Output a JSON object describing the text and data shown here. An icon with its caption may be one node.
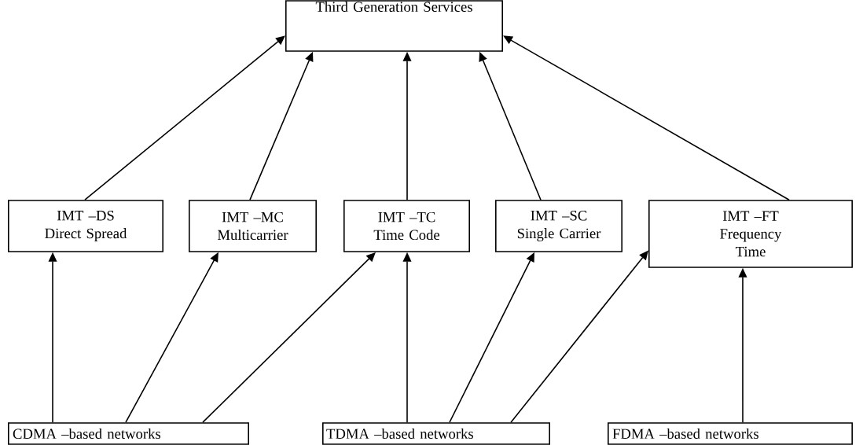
{
  "diagram": {
    "nodes": [
      {
        "text": [
          "Third Generation Services"
        ]
      },
      {
        "text": [
          "IMT –DS",
          "Direct Spread"
        ]
      },
      {
        "text": [
          "IMT –MC",
          "Multicarrier"
        ]
      },
      {
        "text": [
          "IMT –TC",
          "Time Code"
        ]
      },
      {
        "text": [
          "IMT –SC",
          "Single Carrier"
        ]
      },
      {
        "text": [
          "IMT –FT",
          "Frequency Time"
        ]
      },
      {
        "text": [
          "CDMA –based networks"
        ]
      },
      {
        "text": [
          "TDMA –based networks"
        ]
      },
      {
        "text": [
          "FDMA –based networks"
        ]
      }
    ],
    "edges": [
      {
        "from": 1,
        "to": 0,
        "arrow": "to"
      },
      {
        "from": 2,
        "to": 0,
        "arrow": "to"
      },
      {
        "from": 3,
        "to": 0,
        "arrow": "to"
      },
      {
        "from": 4,
        "to": 0,
        "arrow": "to"
      },
      {
        "from": 5,
        "to": 0,
        "arrow": "to"
      },
      {
        "from": 6,
        "to": 1,
        "arrow": "to"
      },
      {
        "from": 6,
        "to": 2,
        "arrow": "to"
      },
      {
        "from": 6,
        "to": 3,
        "arrow": "to"
      },
      {
        "from": 7,
        "to": 3,
        "arrow": "to"
      },
      {
        "from": 7,
        "to": 4,
        "arrow": "to"
      },
      {
        "from": 7,
        "to": 5,
        "arrow": "to"
      },
      {
        "from": 8,
        "to": 5,
        "arrow": "to"
      }
    ]
  }
}
